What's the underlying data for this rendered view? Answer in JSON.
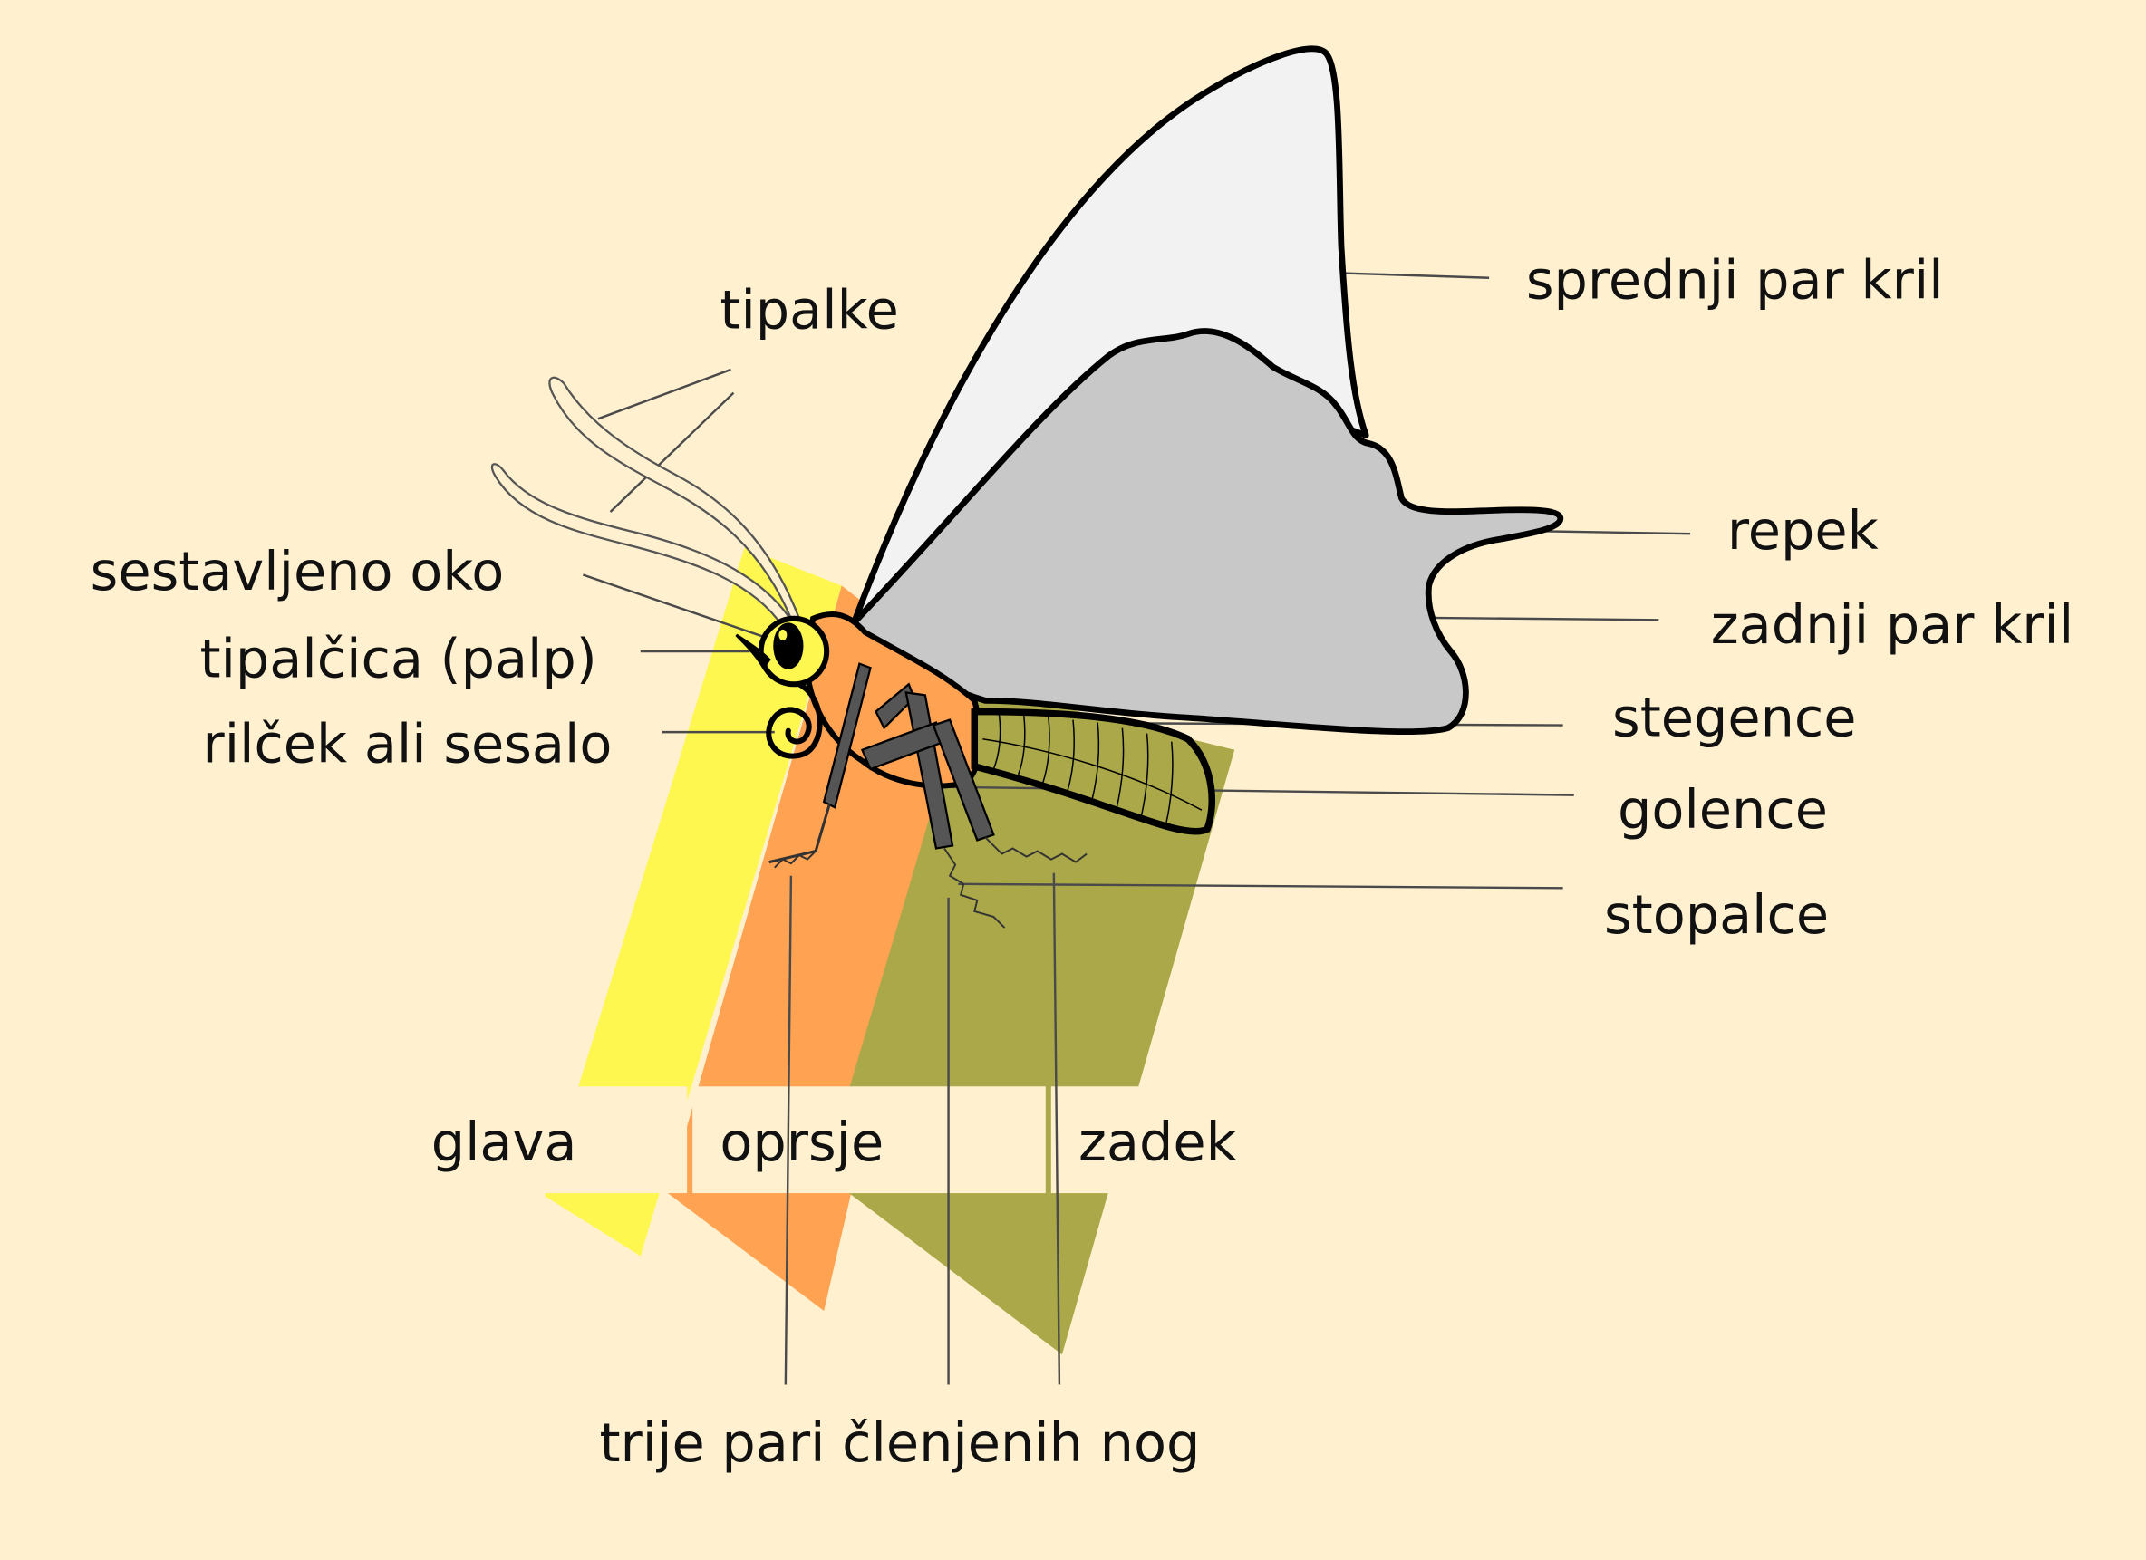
{
  "labels": {
    "antennae": "tipalke",
    "forewings": "sprednji par kril",
    "tail": "repek",
    "hindwings": "zadnji par kril",
    "femur": "stegence",
    "tibia": "golence",
    "tarsus": "stopalce",
    "compound_eye": "sestavljeno oko",
    "palp": "tipalčica (palp)",
    "proboscis": "rilček ali sesalo",
    "head": "glava",
    "thorax": "oprsje",
    "abdomen": "zadek",
    "legs": "trije pari členjenih nog"
  },
  "colors": {
    "background": "#fff1d0",
    "head_band": "#fdf750",
    "thorax_band": "#ffa252",
    "abdomen_band": "#aba849",
    "forewing": "#f2f2f2",
    "hindwing": "#c8c8c8",
    "body": "#ffa252",
    "legs": "#555555",
    "outline": "#000000"
  }
}
